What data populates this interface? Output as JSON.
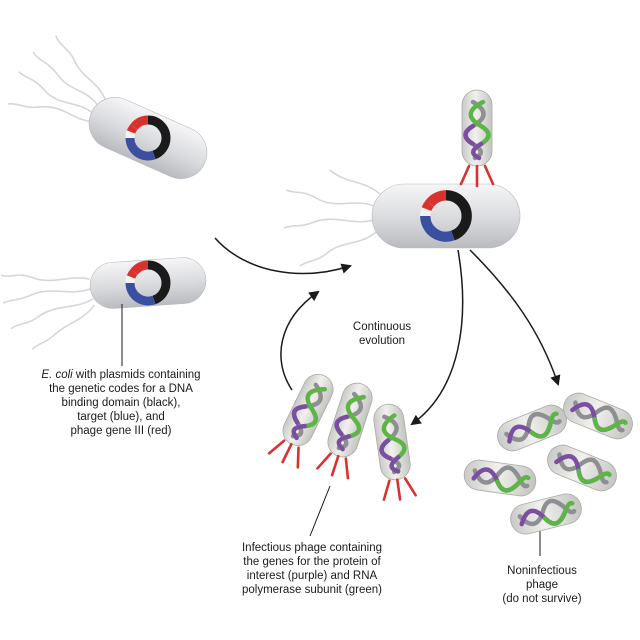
{
  "labels": {
    "ecoli_italic": "E. coli",
    "ecoli_line1_rest": " with plasmids containing",
    "ecoli_line2": "the genetic codes for a DNA",
    "ecoli_line3": "binding domain (black),",
    "ecoli_line4": "target (blue), and",
    "ecoli_line5": "phage gene III (red)",
    "continuous_line1": "Continuous",
    "continuous_line2": "evolution",
    "infectious_line1": "Infectious phage containing",
    "infectious_line2": "the genes for the protein of",
    "infectious_line3": "interest (purple) and RNA",
    "infectious_line4": "polymerase subunit (green)",
    "noninfectious_line1": "Noninfectious",
    "noninfectious_line2": "phage",
    "noninfectious_line3": "(do not survive)"
  },
  "colors": {
    "dna_binding_domain": "#1a1a1a",
    "target": "#3b4fa0",
    "phage_gene_iii": "#d8322f",
    "protein_of_interest": "#7b4fa0",
    "rna_polymerase_subunit": "#5cb546",
    "cell_body": "#d9dadd",
    "arrow": "#1a1a1a"
  }
}
